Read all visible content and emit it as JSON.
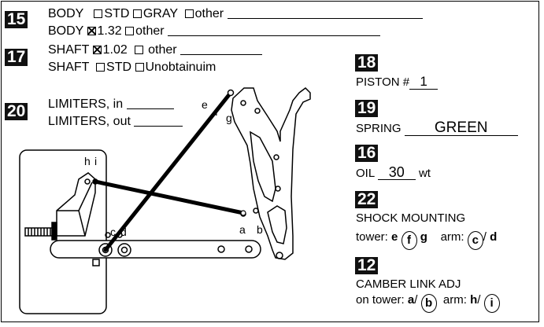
{
  "sections": {
    "s15": {
      "number": "15",
      "body_std": {
        "label": "BODY",
        "opt1": "STD",
        "opt2": "GRAY",
        "opt3": "other"
      },
      "body_ratio": {
        "label": "BODY",
        "checked": "1.32",
        "other": "other"
      }
    },
    "s17": {
      "number": "17",
      "shaft_ratio": {
        "label": "SHAFT",
        "checked": "1.02",
        "other": "other"
      },
      "shaft_std": {
        "label": "SHAFT",
        "opt1": "STD",
        "opt2": "Unobtainuim"
      }
    },
    "s20": {
      "number": "20",
      "limiters_in": "LIMITERS, in",
      "limiters_out": "LIMITERS, out"
    },
    "s18": {
      "number": "18",
      "label": "PISTON #",
      "value": "1"
    },
    "s19": {
      "number": "19",
      "label": "SPRING",
      "value": "GREEN"
    },
    "s16": {
      "number": "16",
      "label": "OIL",
      "value": "30",
      "unit": "wt"
    },
    "s22": {
      "number": "22",
      "label": "SHOCK MOUNTING",
      "tower_label": "tower:",
      "tower_opts": [
        "e",
        "f",
        "g"
      ],
      "arm_label": "arm:",
      "arm_opts": [
        "c",
        "d"
      ],
      "tower_selected": "f",
      "arm_selected": "c"
    },
    "s12": {
      "number": "12",
      "label": "CAMBER LINK ADJ",
      "tower_label": "on tower:",
      "tower_opts": [
        "a",
        "b"
      ],
      "arm_label": "arm:",
      "arm_opts": [
        "h",
        "i"
      ],
      "tower_selected": "b",
      "arm_selected": "i"
    }
  },
  "diagram": {
    "hole_labels": {
      "e": "e",
      "f": "f",
      "g": "g",
      "h": "h",
      "i": "i",
      "c": "c",
      "d": "d",
      "a": "a",
      "b": "b"
    }
  }
}
